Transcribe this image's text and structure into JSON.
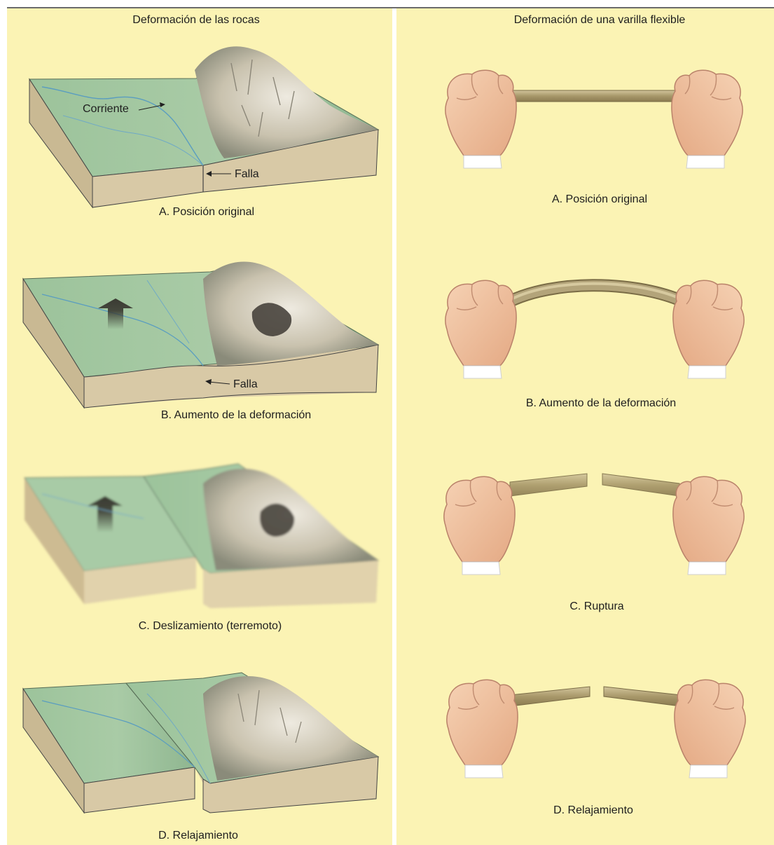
{
  "figure": {
    "left_panel": {
      "title": "Deformación de las rocas",
      "steps": [
        {
          "caption": "A. Posición original",
          "labels": {
            "stream": "Corriente",
            "fault": "Falla"
          }
        },
        {
          "caption": "B. Aumento de la deformación",
          "labels": {
            "fault": "Falla"
          }
        },
        {
          "caption": "C. Deslizamiento (terremoto)"
        },
        {
          "caption": "D. Relajamiento"
        }
      ]
    },
    "right_panel": {
      "title": "Deformación de una varilla flexible",
      "steps": [
        {
          "caption": "A. Posición original"
        },
        {
          "caption": "B. Aumento de la deformación"
        },
        {
          "caption": "C. Ruptura"
        },
        {
          "caption": "D. Relajamiento"
        }
      ]
    }
  },
  "colors": {
    "background": "#fbf3b4",
    "block_top": "#9cc39b",
    "block_side": "#d8c9a6",
    "mountain": "#cfc8b6",
    "stream": "#5a9dc0",
    "rod": "#b3a47a",
    "skin": "#f2c4a2",
    "cuff": "#ffffff",
    "arrow": "#3a3a32"
  }
}
